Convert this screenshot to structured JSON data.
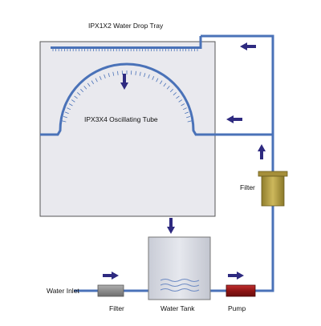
{
  "labels": {
    "drop_tray": "IPX1X2 Water Drop Tray",
    "oscillating_tube": "IPX3X4 Oscillating Tube",
    "filter_right": "Filter",
    "water_inlet": "Water Inlet",
    "filter_bottom": "Filter",
    "water_tank": "Water Tank",
    "pump": "Pump"
  },
  "colors": {
    "pipe": "#4a72b8",
    "arrow": "#2e2a80",
    "chamber_fill": "#e9e9ee",
    "tank_fill": "#d6d8e0",
    "filter_yellow": "#b5a04a",
    "filter_grey": "#8a8a8a",
    "pump_red": "#9b1b1b"
  }
}
